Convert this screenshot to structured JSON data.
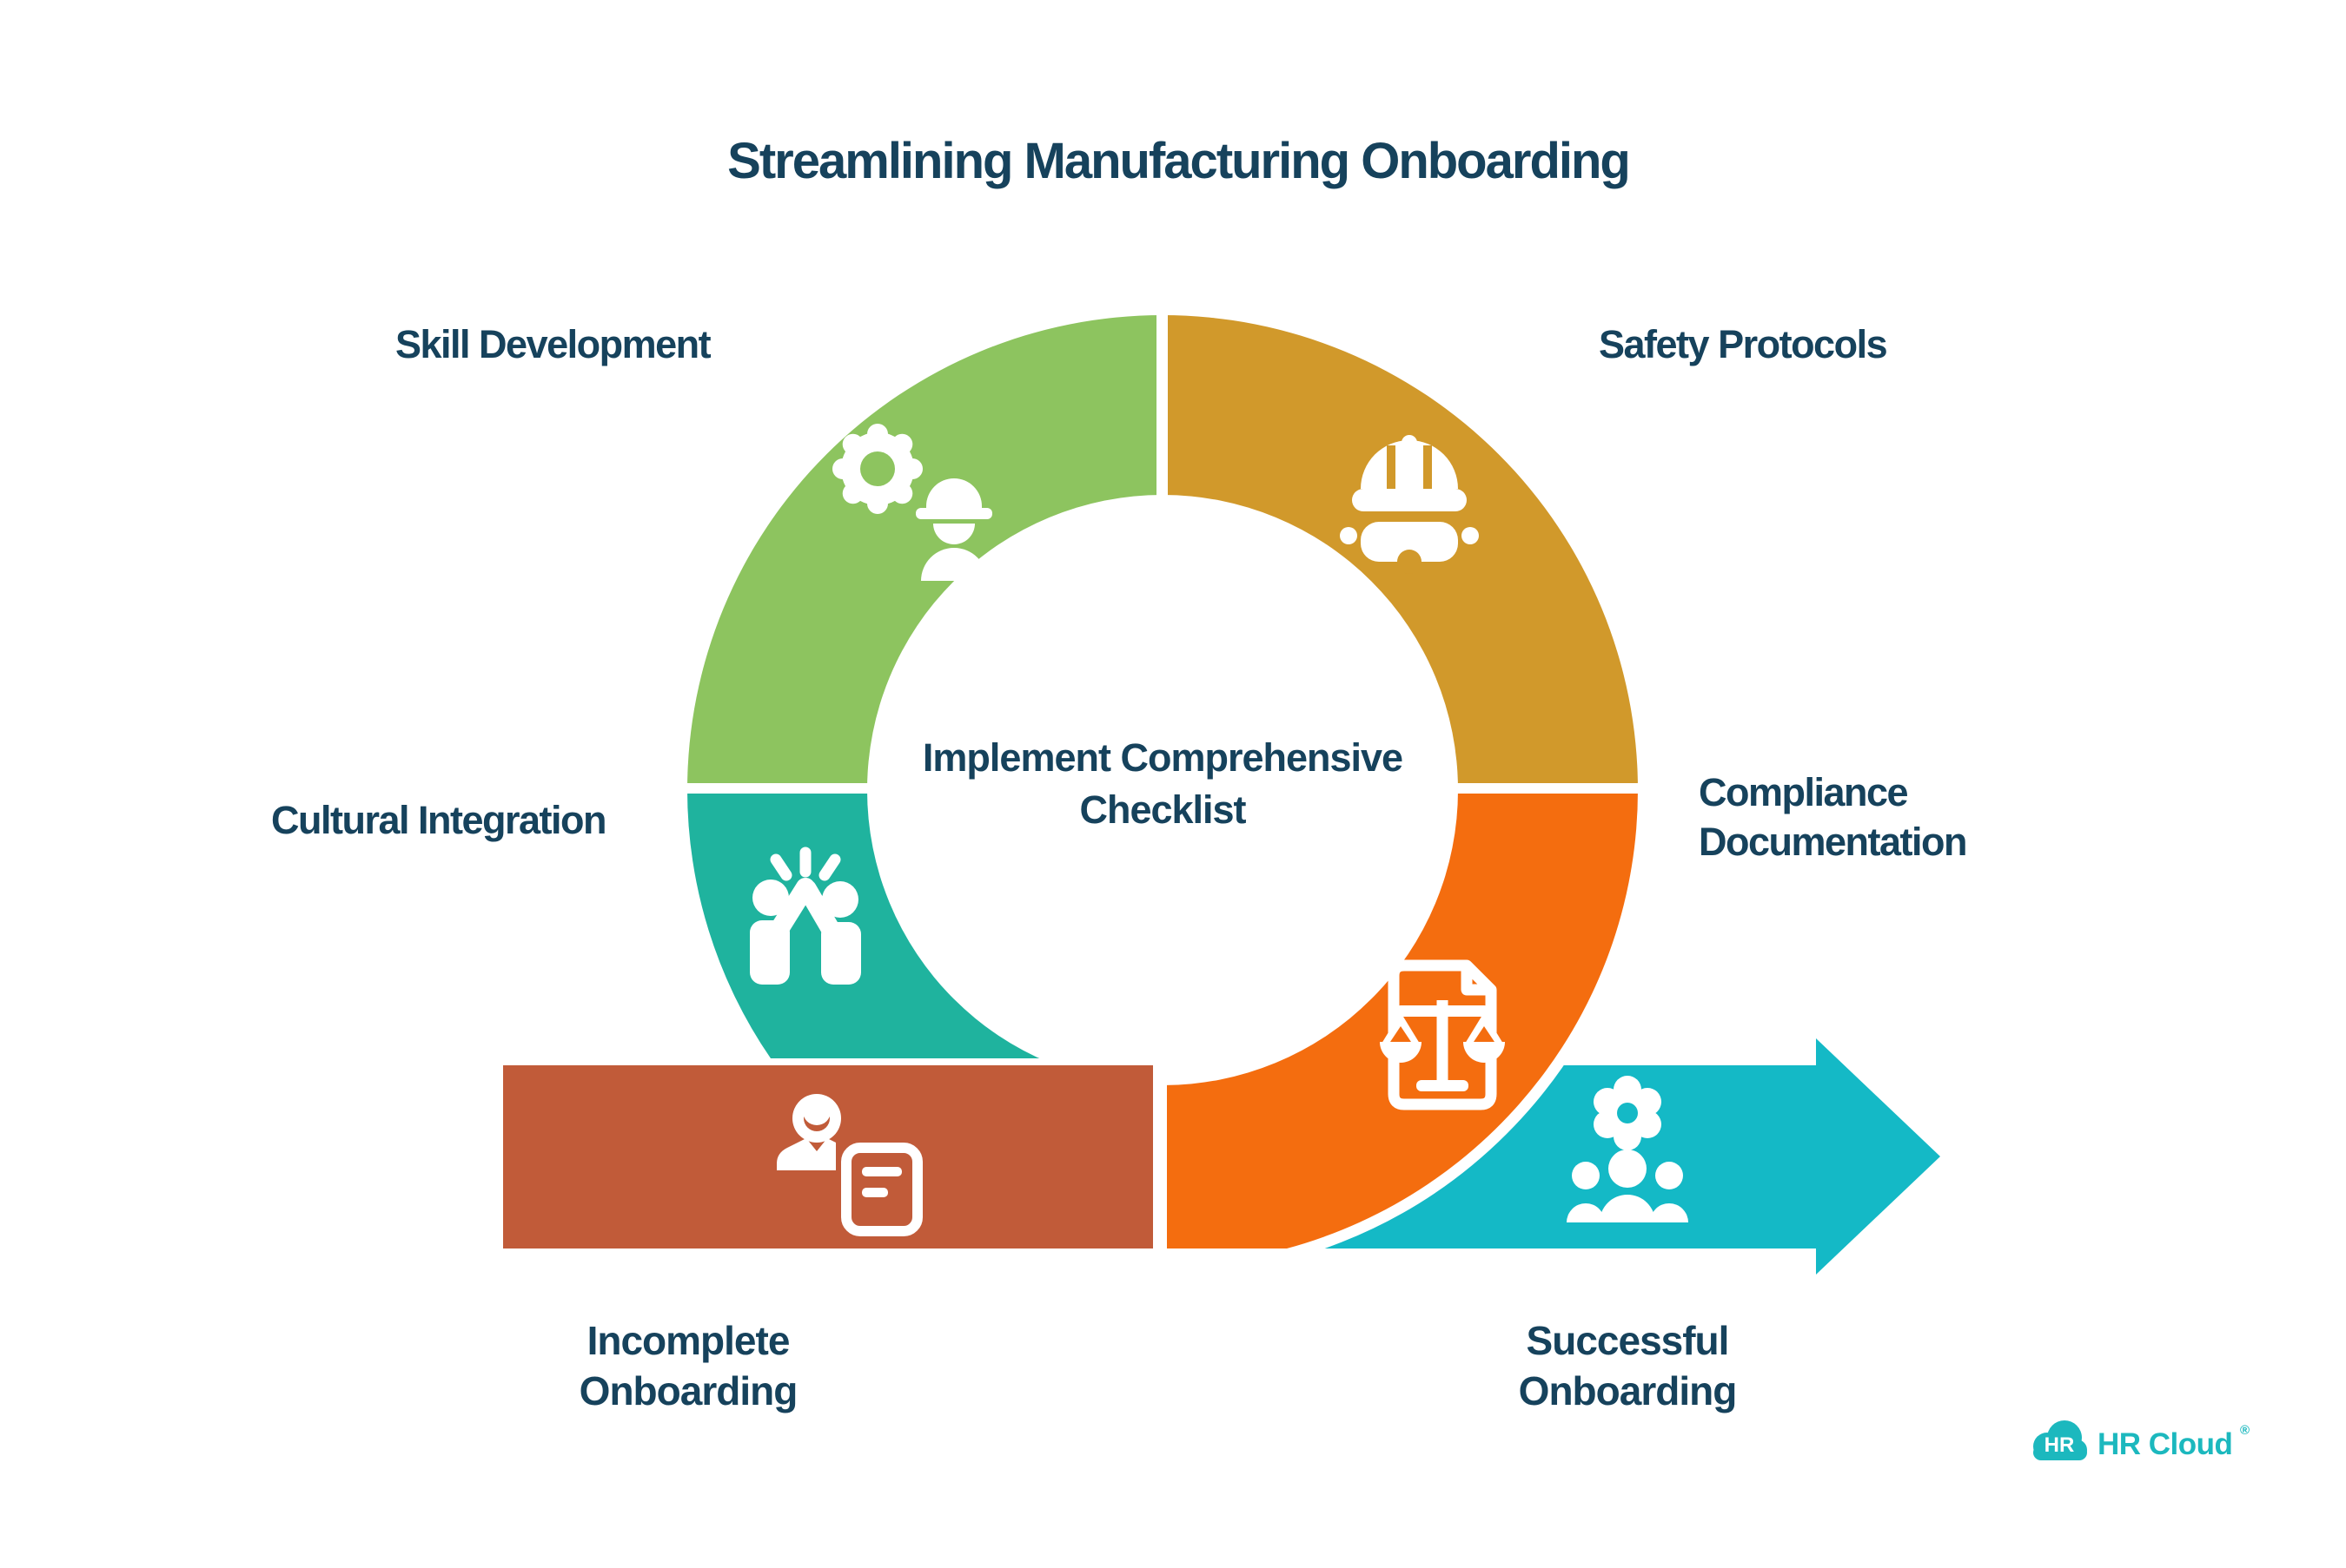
{
  "title": "Streamlining Manufacturing Onboarding",
  "center_label": {
    "line1": "Implement Comprehensive",
    "line2": "Checklist"
  },
  "ring_segments": [
    {
      "id": "skill-development",
      "label": "Skill Development",
      "color": "#8DC45F",
      "icon": "gear-worker-icon",
      "position": "top-left"
    },
    {
      "id": "safety-protocols",
      "label": "Safety Protocols",
      "color": "#D1992B",
      "icon": "hard-hat-goggles-icon",
      "position": "top-right"
    },
    {
      "id": "cultural-integration",
      "label": "Cultural Integration",
      "color": "#1FB39E",
      "icon": "high-five-icon",
      "position": "bottom-left"
    },
    {
      "id": "compliance-documentation",
      "label_line1": "Compliance",
      "label_line2": "Documentation",
      "color": "#F46D0F",
      "icon": "document-scales-icon",
      "position": "bottom-right"
    }
  ],
  "flow_banners": [
    {
      "id": "incomplete-onboarding",
      "label_line1": "Incomplete",
      "label_line2": "Onboarding",
      "color": "#C15B39",
      "icon": "person-document-icon"
    },
    {
      "id": "successful-onboarding",
      "label_line1": "Successful",
      "label_line2": "Onboarding",
      "color": "#14B9C6",
      "icon": "people-gear-icon"
    }
  ],
  "branding": {
    "badge_text": "HR",
    "wordmark": "HR Cloud",
    "registered_mark": "®",
    "color": "#1CB8BE"
  },
  "palette": {
    "text": "#16425C",
    "background": "#FFFFFF",
    "green": "#8DC45F",
    "gold": "#D1992B",
    "teal": "#1FB39E",
    "orange": "#F46D0F",
    "brick": "#C15B39",
    "cyan": "#14B9C6"
  }
}
